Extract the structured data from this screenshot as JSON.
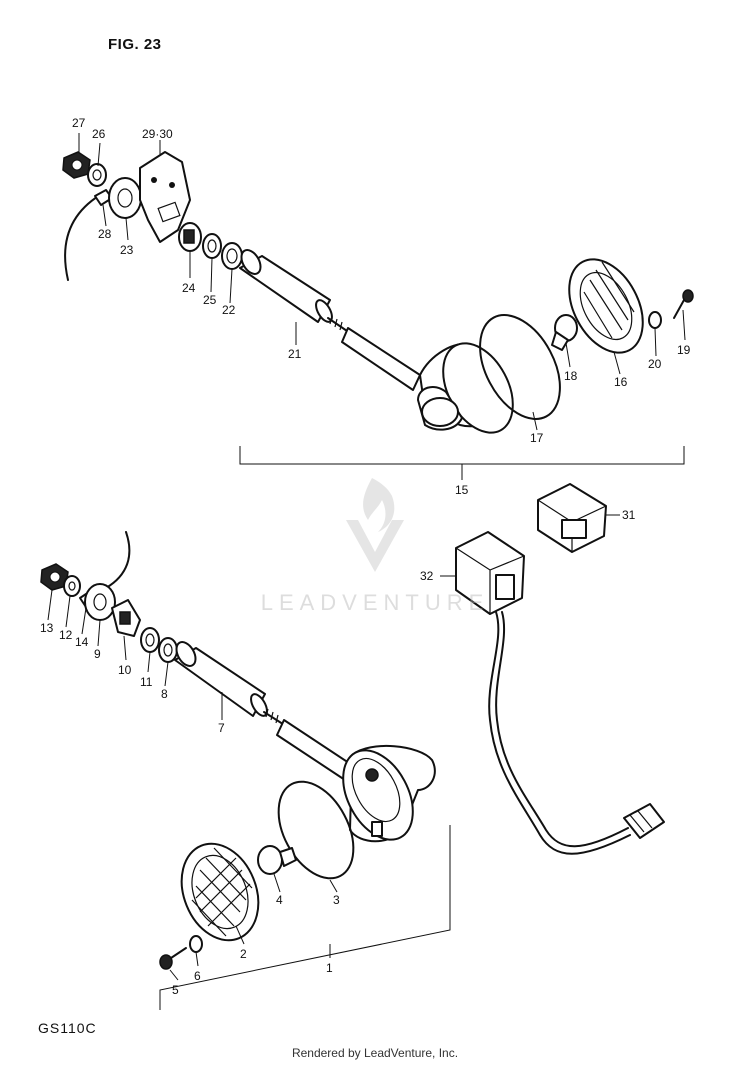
{
  "figure": {
    "title": "FIG. 23",
    "model_code": "GS110C"
  },
  "footer": {
    "text": "Rendered by LeadVenture, Inc."
  },
  "watermark": {
    "text": "LEADVENTURE"
  },
  "assemblies": {
    "rear_group": "15",
    "front_group": "1"
  },
  "callouts": {
    "p27": "27",
    "p26": "26",
    "p2930": "29·30",
    "p28": "28",
    "p23": "23",
    "p24": "24",
    "p25": "25",
    "p22": "22",
    "p21": "21",
    "p18": "18",
    "p17": "17",
    "p16": "16",
    "p20": "20",
    "p19": "19",
    "p15": "15",
    "p31": "31",
    "p32": "32",
    "p13": "13",
    "p12": "12",
    "p14": "14",
    "p9": "9",
    "p10": "10",
    "p11": "11",
    "p8": "8",
    "p7": "7",
    "p4": "4",
    "p3": "3",
    "p2": "2",
    "p1": "1",
    "p5": "5",
    "p6": "6"
  }
}
